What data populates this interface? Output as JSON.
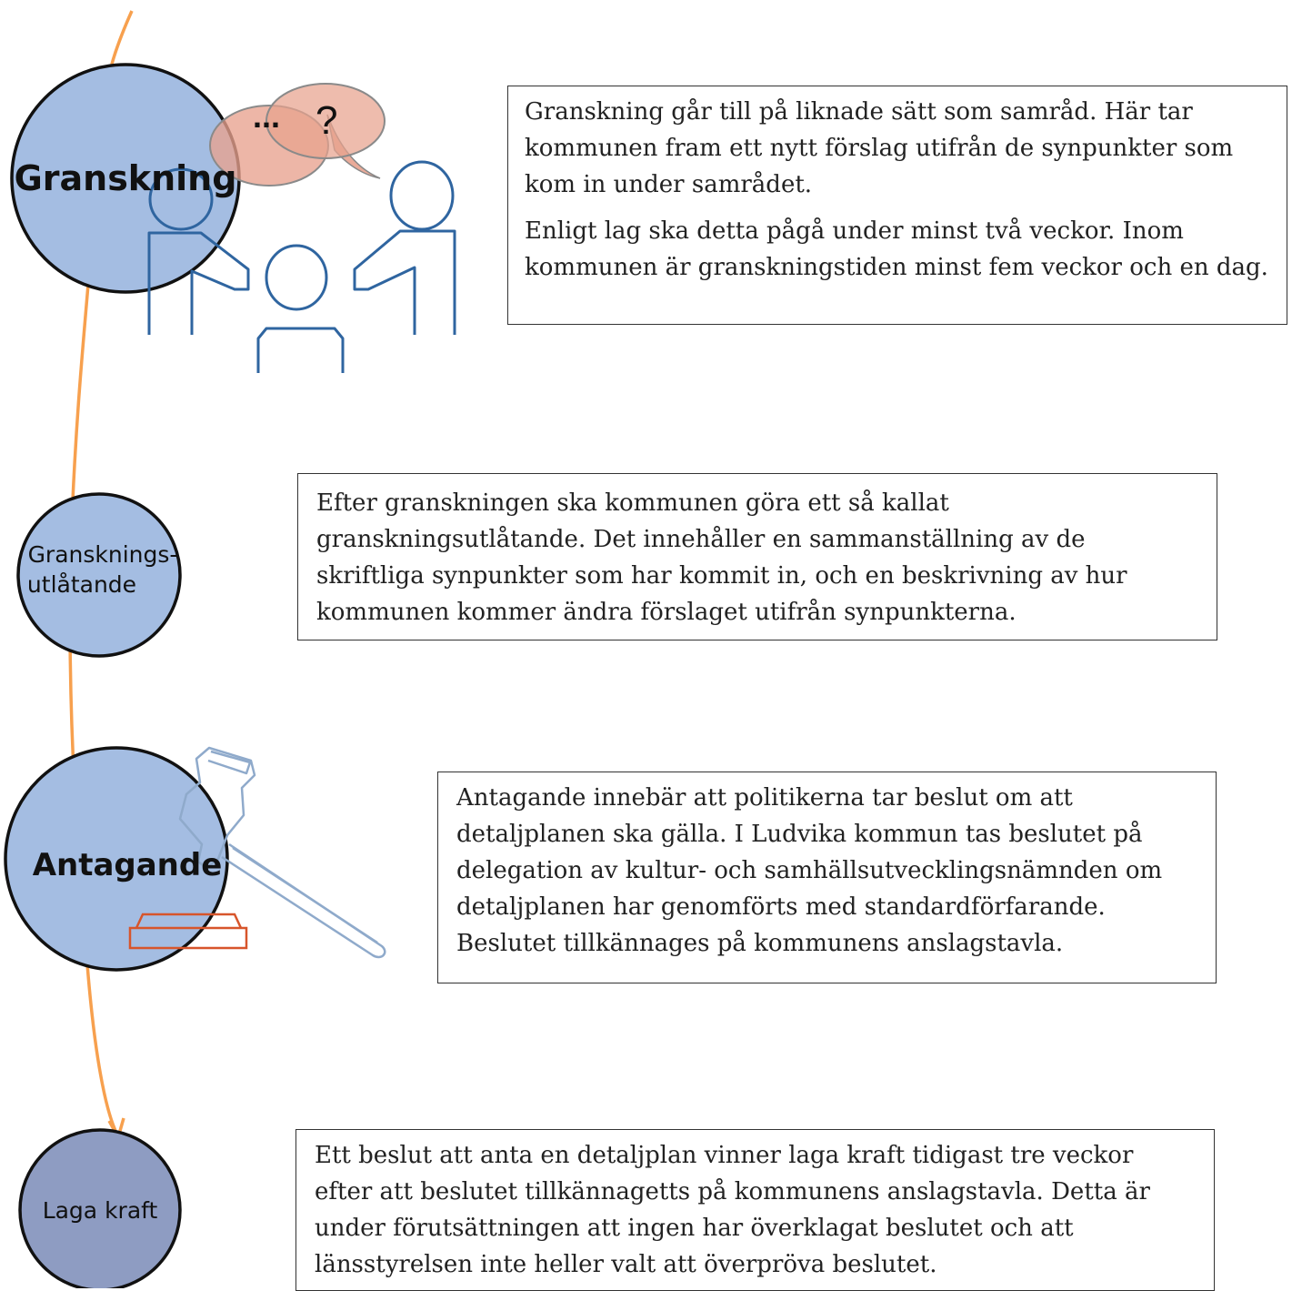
{
  "stages": [
    {
      "label": "Granskning",
      "bold": true
    },
    {
      "label_lines": [
        "Gransknings-",
        "utlåtande"
      ],
      "bold": false
    },
    {
      "label": "Antagande",
      "bold": true
    },
    {
      "label": "Laga kraft",
      "bold": false
    }
  ],
  "bubbles": {
    "left": "...",
    "right": "?"
  },
  "boxes": {
    "granskning": [
      "Granskning går till på liknade sätt som samråd. Här tar kommunen fram ett nytt förslag utifrån de synpunkter som kom in under samrådet.",
      "Enligt lag ska detta pågå under minst två veckor. Inom kommunen är granskningstiden minst fem veckor och en dag."
    ],
    "utlatande": "Efter granskningen ska kommunen göra ett så kallat granskningsutlåtande. Det innehåller en sammanställning av de skriftliga synpunkter som har kommit in, och en beskrivning av hur kommunen kommer ändra förslaget utifrån synpunkterna.",
    "antagande": "Antagande innebär att politikerna tar beslut om att detaljplanen ska gälla. I Ludvika kommun tas beslutet på delegation av kultur- och samhällsutvecklingsnämnden om detaljplanen har genomförts med standardförfarande. Beslutet tillkännages på kommunens anslagstavla.",
    "laga_kraft": "Ett beslut att anta en detaljplan vinner laga kraft tidigast tre veckor efter att beslutet tillkännagetts på kommunens anslagstavla. Detta är under förutsättningen att ingen har överklagat beslutet och att länsstyrelsen inte heller valt att överpröva beslutet."
  },
  "colors": {
    "timeline": "#f7a04e",
    "circle_fill": "#a4bde2",
    "circle_fill_last": "#8e9cc2",
    "person_stroke": "#2f65a0",
    "bubble_fill": "#e8a28e",
    "gavel_stroke": "#8faacb",
    "block_stroke": "#d7552b"
  }
}
